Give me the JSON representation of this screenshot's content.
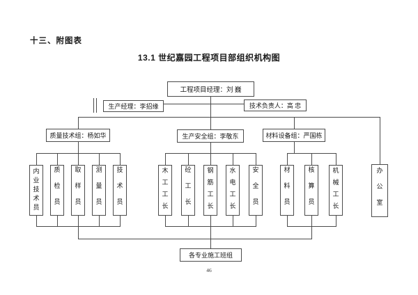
{
  "page": {
    "section_heading": "十三、附图表",
    "figure_title": "13.1  世纪嘉园工程项目部组织机构图",
    "page_number": "46"
  },
  "chart": {
    "type": "org-chart",
    "root": {
      "label": "工程项目经理：刘 巍"
    },
    "deputies": [
      {
        "label": "生产经理：李招缘"
      },
      {
        "label": "技术负责人：高 忠"
      }
    ],
    "groups": [
      {
        "label": "质量技术组：杨如华",
        "members": [
          "内业技术员",
          "质检员",
          "取样员",
          "测量员",
          "技术员"
        ]
      },
      {
        "label": "生产安全组：李敬东",
        "members": [
          "木工工长",
          "砼工长",
          "钢筋工长",
          "水电工长",
          "安全员"
        ]
      },
      {
        "label": "材料设备组：严国栋",
        "members": [
          "材料员",
          "核算员",
          "机械工长"
        ]
      }
    ],
    "office": {
      "label": "办公室"
    },
    "bottom": {
      "label": "各专业施工班组"
    }
  }
}
